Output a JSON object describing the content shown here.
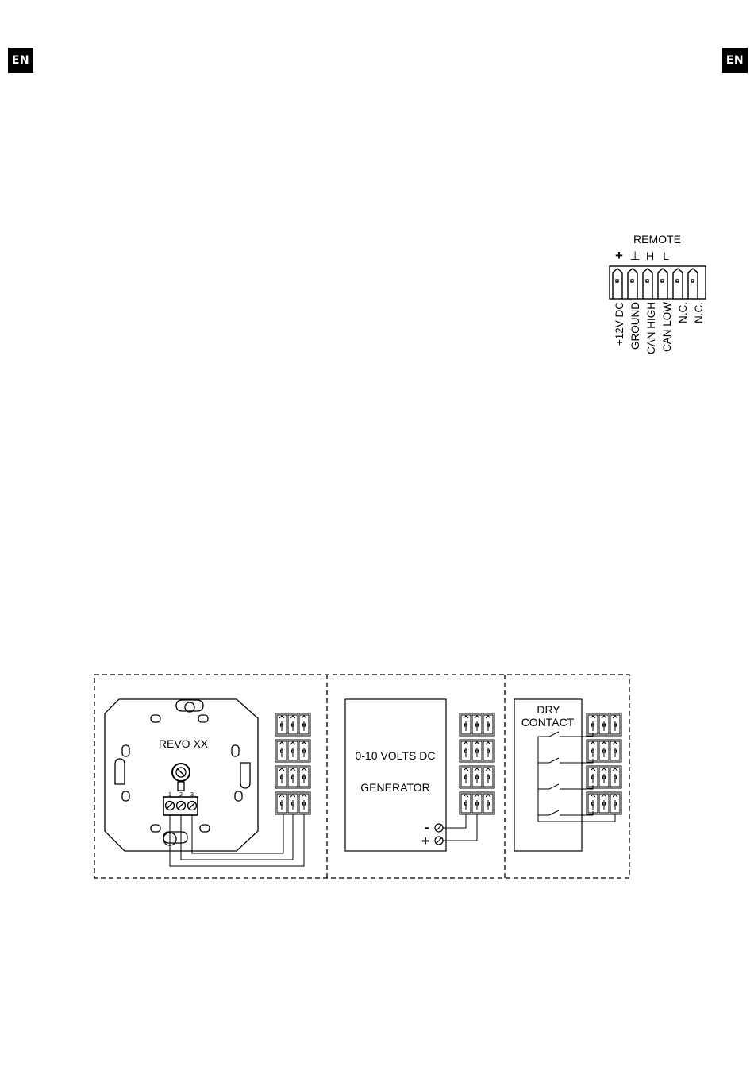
{
  "page": {
    "language_badge_left": "EN",
    "language_badge_right": "EN"
  },
  "remote_connector": {
    "title": "REMOTE",
    "symbols": [
      "+",
      "⊥",
      "H",
      "L"
    ],
    "pins": [
      "+12V DC",
      "GROUND",
      "CAN HIGH",
      "CAN LOW",
      "N.C.",
      "N.C."
    ]
  },
  "wiring_diagram": {
    "panel_1": {
      "device_label": "REVO XX",
      "terminal_numbers": [
        "1",
        "2",
        "3"
      ]
    },
    "panel_2": {
      "device_label_line1": "0-10 VOLTS DC",
      "device_label_line2": "GENERATOR",
      "minus_symbol": "-",
      "plus_symbol": "+"
    },
    "panel_3": {
      "device_label_line1": "DRY",
      "device_label_line2": "CONTACT"
    }
  }
}
